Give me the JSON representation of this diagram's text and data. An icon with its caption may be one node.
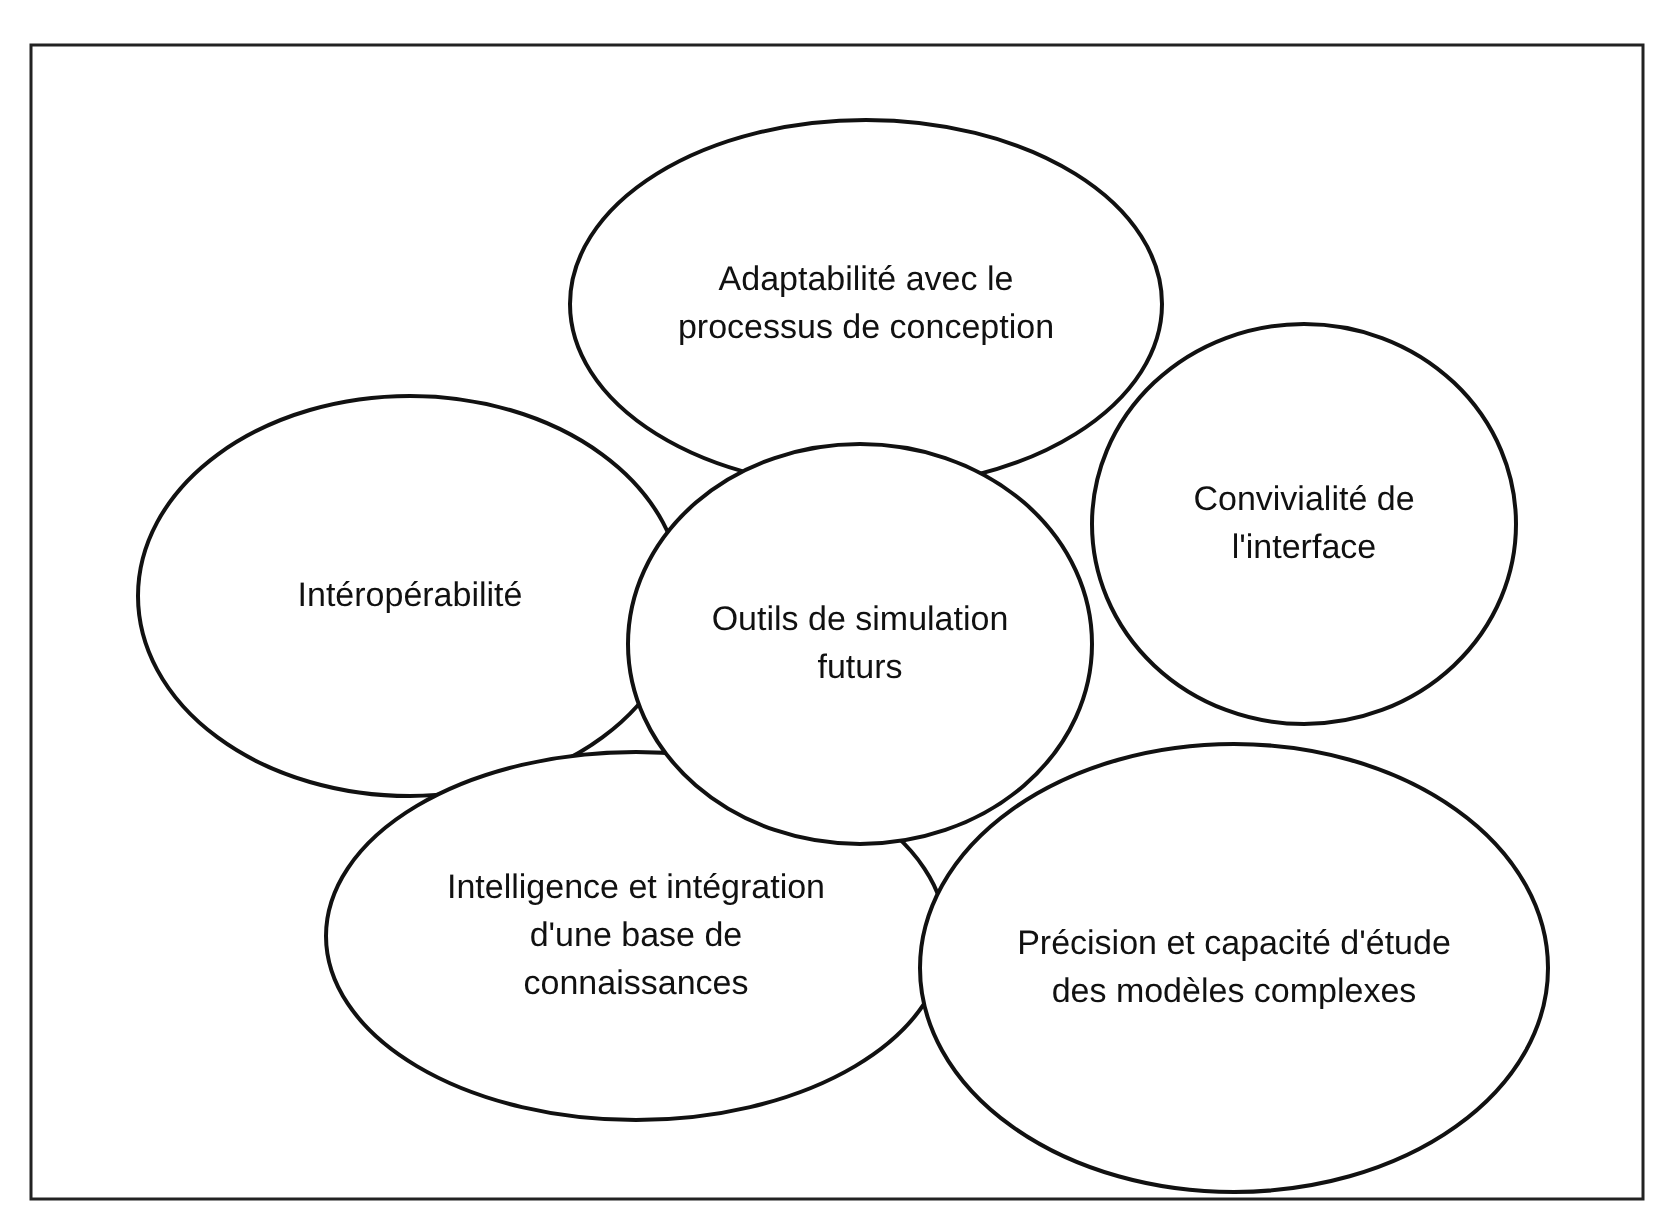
{
  "diagram": {
    "nodes": [
      {
        "text": [
          "Adaptabilité avec le processus de conception"
        ]
      },
      {
        "text": [
          "Convivialité de l'interface"
        ]
      },
      {
        "text": [
          "Intéropérabilité"
        ]
      },
      {
        "text": [
          "Outils de simulation futurs"
        ]
      },
      {
        "text": [
          "Intelligence et intégration d'une base de connaissances"
        ]
      },
      {
        "text": [
          "Précision et capacité d'étude des modèles complexes"
        ]
      }
    ]
  }
}
